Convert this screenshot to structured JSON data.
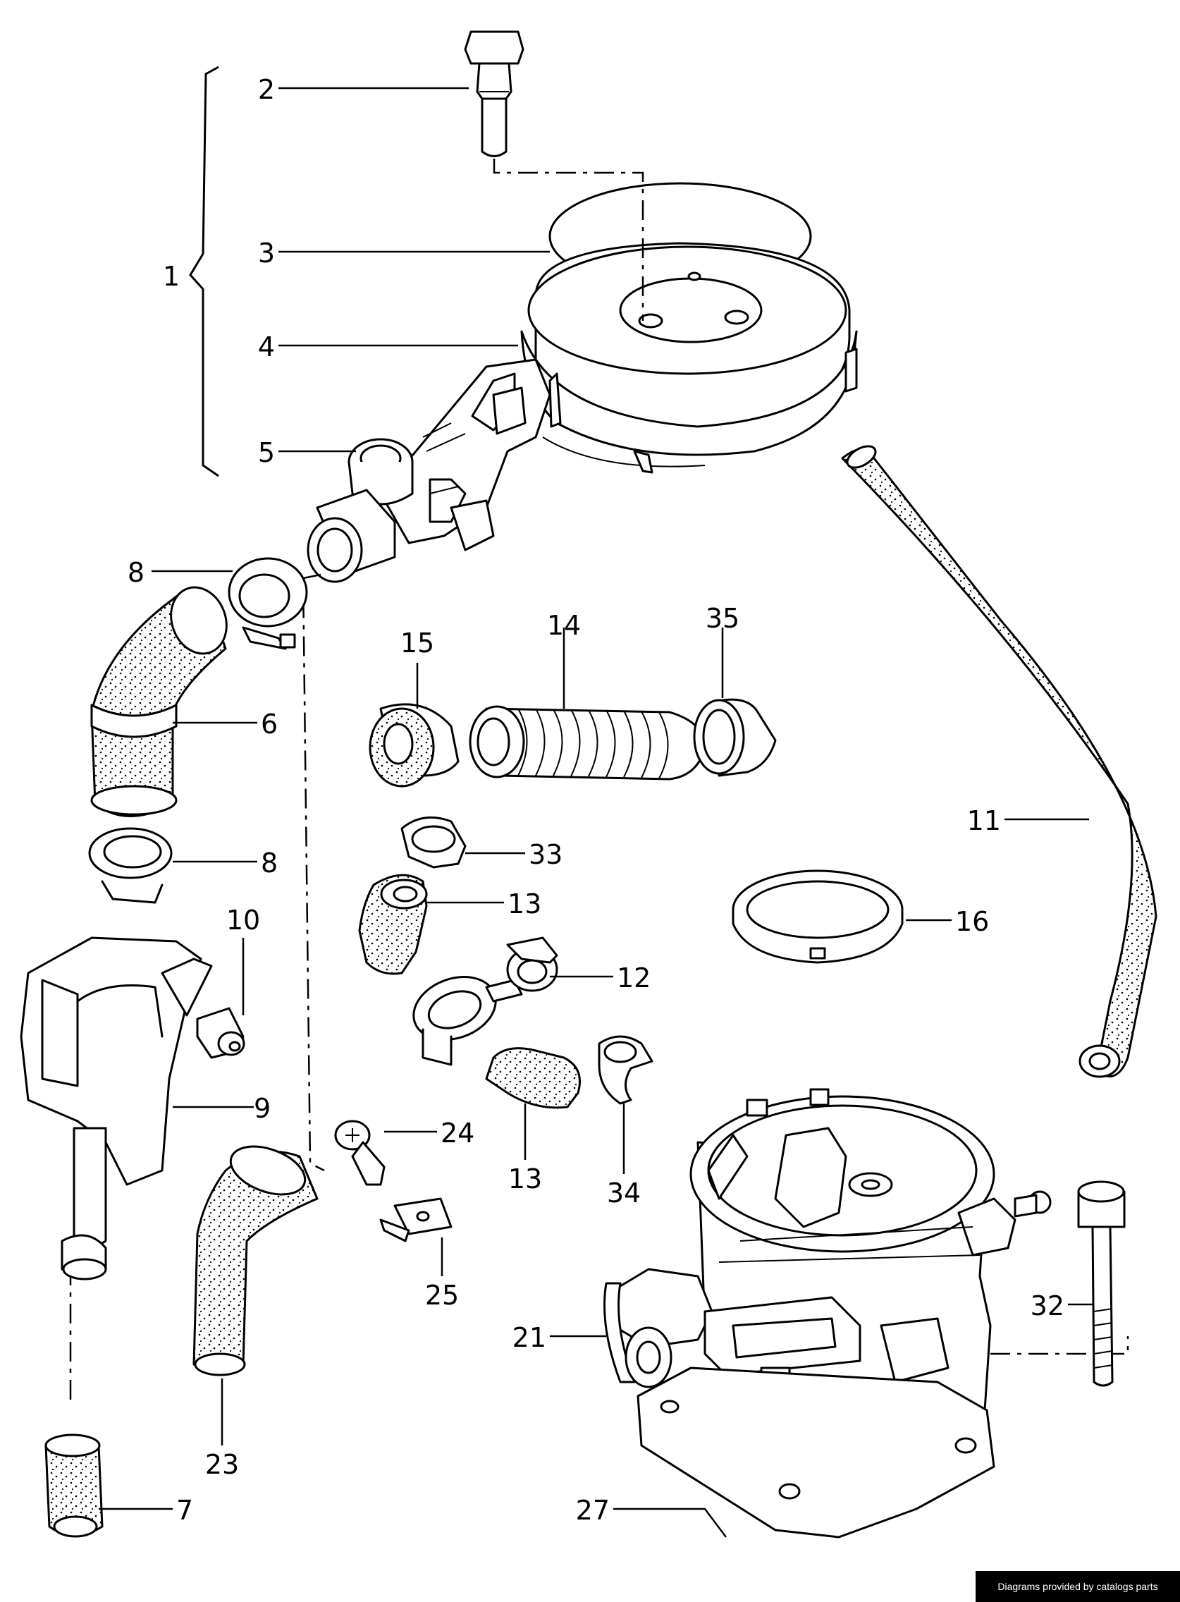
{
  "callouts": {
    "c1": "1",
    "c2": "2",
    "c3": "3",
    "c4": "4",
    "c5": "5",
    "c6": "6",
    "c7": "7",
    "c8a": "8",
    "c8b": "8",
    "c9": "9",
    "c10": "10",
    "c11": "11",
    "c12": "12",
    "c13a": "13",
    "c13b": "13",
    "c14": "14",
    "c15": "15",
    "c16": "16",
    "c21": "21",
    "c23": "23",
    "c24": "24",
    "c25": "25",
    "c27": "27",
    "c32": "32",
    "c33": "33",
    "c34": "34",
    "c35": "35"
  },
  "footer": {
    "credit": "Diagrams provided by catalogs parts"
  }
}
